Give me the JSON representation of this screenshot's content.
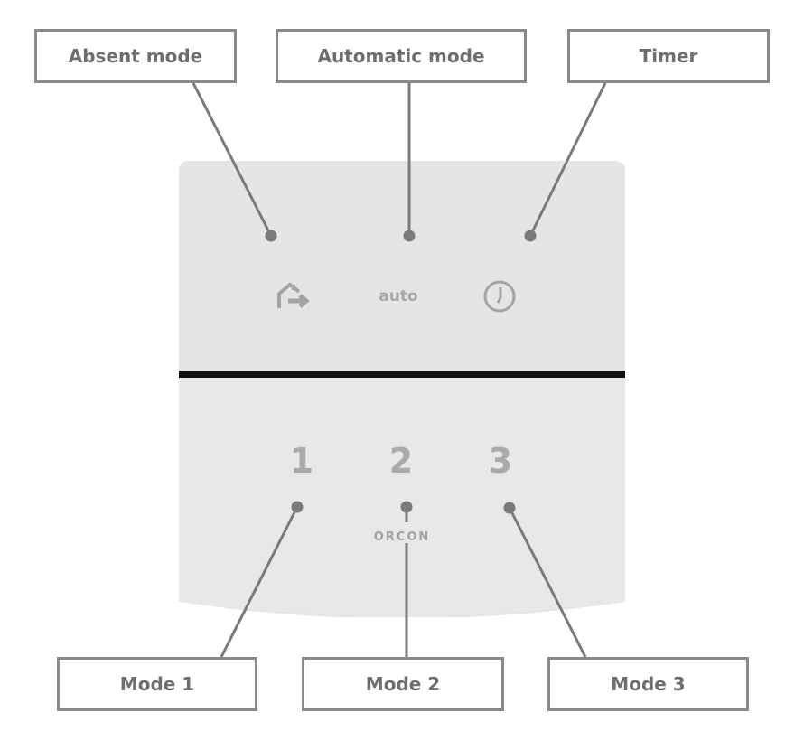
{
  "labels": {
    "absent": "Absent mode",
    "automatic": "Automatic mode",
    "timer": "Timer",
    "mode1": "Mode 1",
    "mode2": "Mode 2",
    "mode3": "Mode 3"
  },
  "device": {
    "auto_button": "auto",
    "buttons": [
      "1",
      "2",
      "3"
    ],
    "brand": "ORCON",
    "icons": [
      "house-exit-icon",
      "clock-icon"
    ]
  }
}
